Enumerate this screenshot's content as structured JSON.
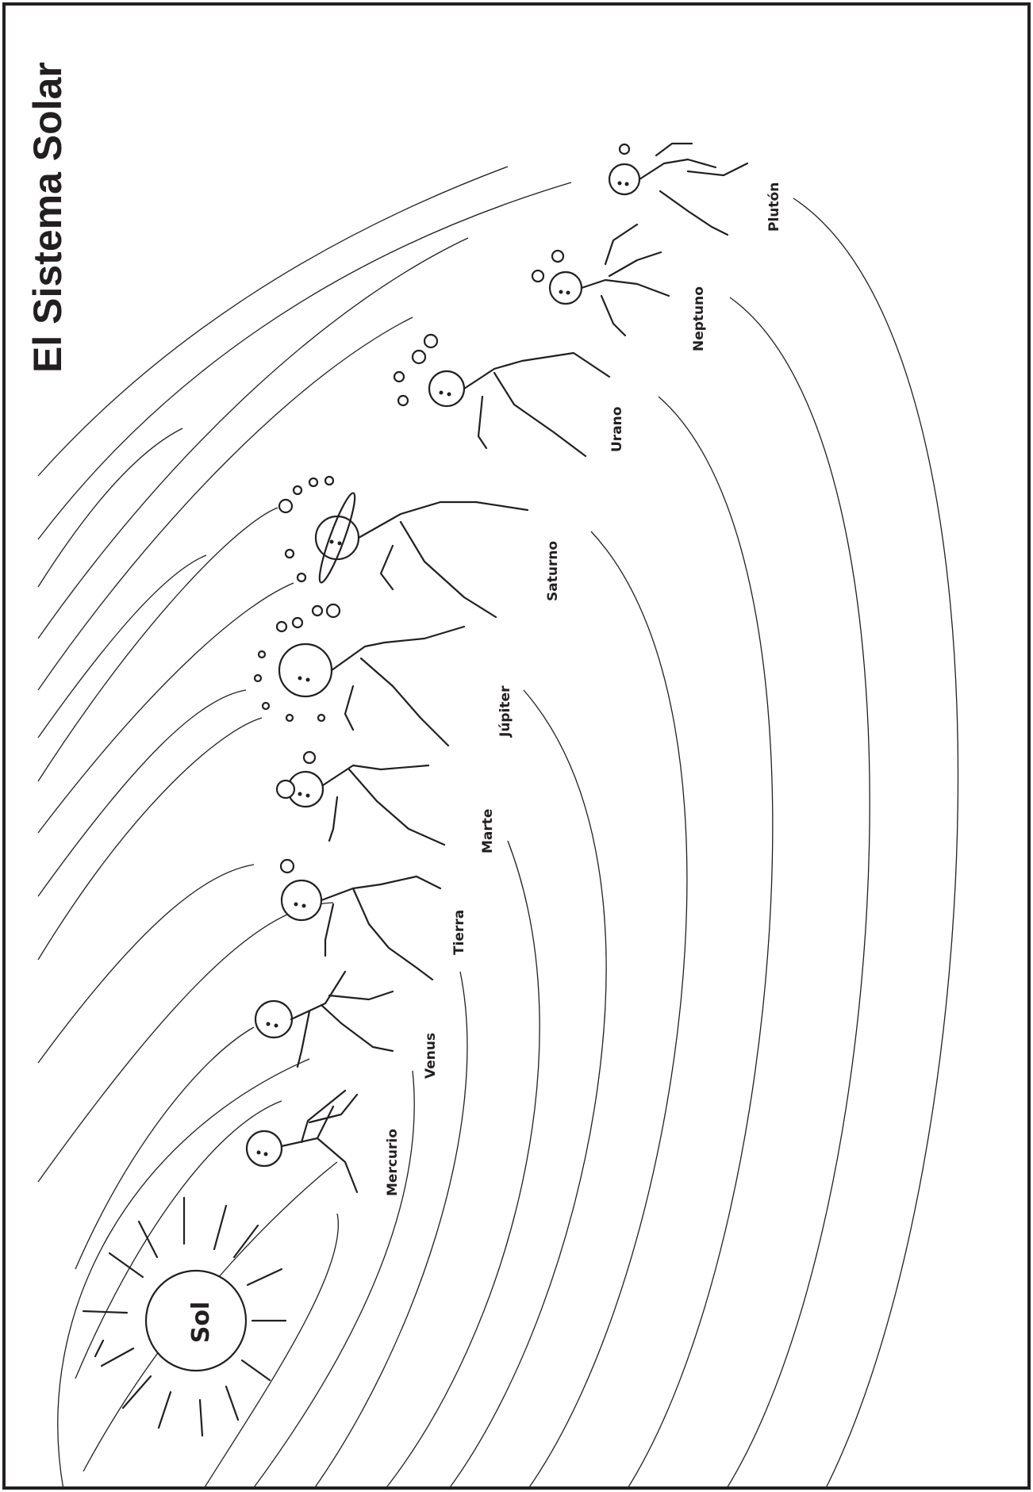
{
  "title": "El Sistema Solar",
  "sun": {
    "label": "Sol",
    "icon": "sun-icon"
  },
  "planets": [
    {
      "name": "Mercurio",
      "icon": "runner-mercury-icon"
    },
    {
      "name": "Venus",
      "icon": "runner-venus-icon"
    },
    {
      "name": "Tierra",
      "icon": "runner-earth-icon"
    },
    {
      "name": "Marte",
      "icon": "runner-mars-icon"
    },
    {
      "name": "Júpiter",
      "icon": "runner-jupiter-icon"
    },
    {
      "name": "Saturno",
      "icon": "runner-saturn-icon"
    },
    {
      "name": "Urano",
      "icon": "runner-uranus-icon"
    },
    {
      "name": "Neptuno",
      "icon": "runner-neptune-icon"
    },
    {
      "name": "Plutón",
      "icon": "runner-pluto-icon"
    }
  ],
  "colors": {
    "ink": "#231f20",
    "paper": "#ffffff"
  }
}
